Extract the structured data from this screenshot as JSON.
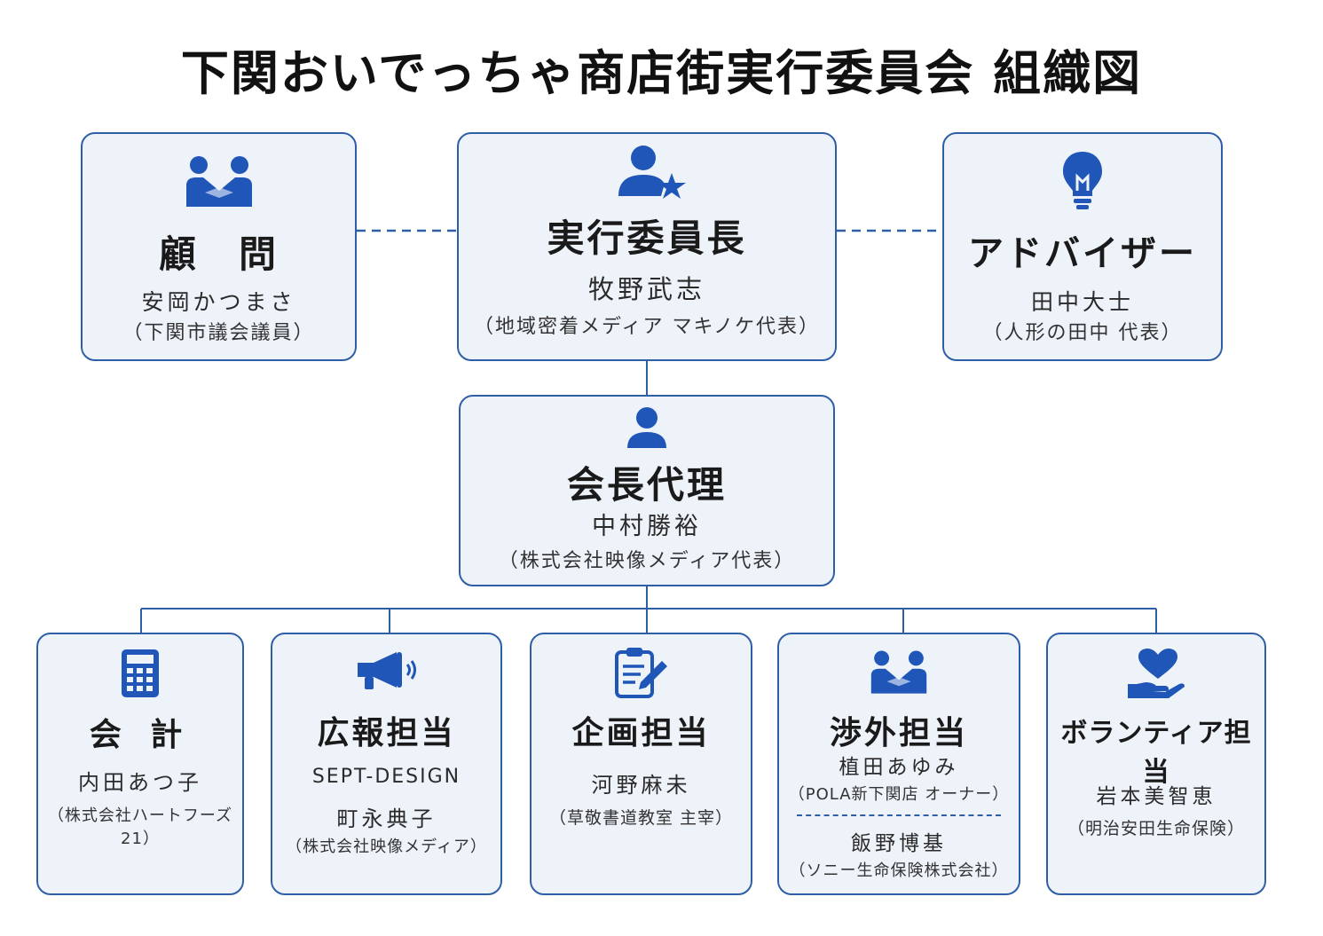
{
  "title": "下関おいでっちゃ商店街実行委員会 組織図",
  "colors": {
    "accent": "#2e5fa6",
    "icon": "#1f56b8",
    "box_bg": "#eef3fa"
  },
  "top": {
    "advisor": {
      "icon": "handshake-icon",
      "role": "顧　問",
      "name": "安岡かつまさ",
      "affiliation": "（下関市議会議員）"
    },
    "chair": {
      "icon": "person-star-icon",
      "role": "実行委員長",
      "name": "牧野武志",
      "affiliation": "（地域密着メディア マキノケ代表）"
    },
    "adviser2": {
      "icon": "lightbulb-icon",
      "role": "アドバイザー",
      "name": "田中大士",
      "affiliation": "（人形の田中 代表）"
    }
  },
  "vice": {
    "icon": "person-icon",
    "role": "会長代理",
    "name": "中村勝裕",
    "affiliation": "（株式会社映像メディア代表）"
  },
  "departments": [
    {
      "icon": "calculator-icon",
      "role": "会 計",
      "name": "内田あつ子",
      "affiliation": "（株式会社ハートフーズ21）"
    },
    {
      "icon": "megaphone-icon",
      "role": "広報担当",
      "org": "SEPT-DESIGN",
      "name": "町永典子",
      "affiliation": "（株式会社映像メディア）"
    },
    {
      "icon": "clipboard-pen-icon",
      "role": "企画担当",
      "name": "河野麻未",
      "affiliation": "（草敬書道教室 主宰）"
    },
    {
      "icon": "handshake-icon",
      "role": "渉外担当",
      "name": "植田あゆみ",
      "affiliation": "（POLA新下関店 オーナー）",
      "name2": "飯野博基",
      "affiliation2": "（ソニー生命保険株式会社）"
    },
    {
      "icon": "heart-hand-icon",
      "role": "ボランティア担当",
      "name": "岩本美智恵",
      "affiliation": "（明治安田生命保険）"
    }
  ]
}
